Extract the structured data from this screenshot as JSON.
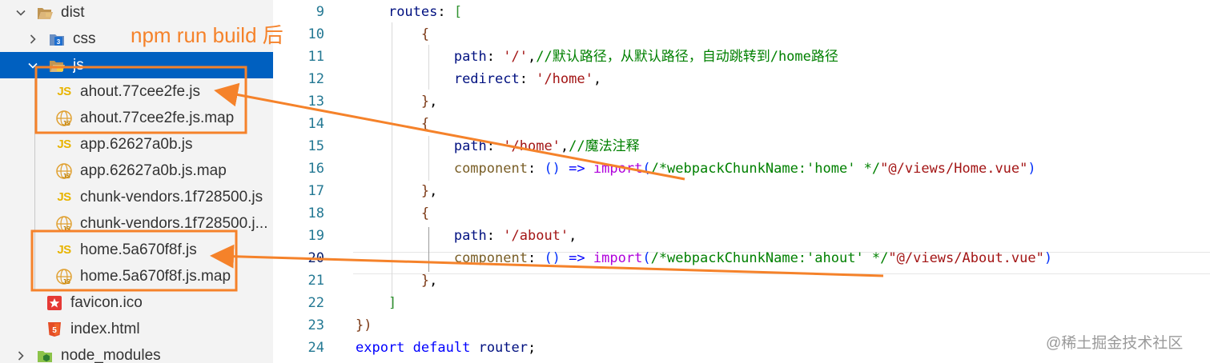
{
  "explorer": {
    "items": [
      {
        "label": "dist",
        "icon": "folder-open-icon"
      },
      {
        "label": "css",
        "icon": "css-folder-icon"
      },
      {
        "label": "js",
        "icon": "js-folder-open-icon"
      },
      {
        "label": "ahout.77cee2fe.js",
        "icon": "js-file-icon"
      },
      {
        "label": "ahout.77cee2fe.js.map",
        "icon": "js-map-file-icon"
      },
      {
        "label": "app.62627a0b.js",
        "icon": "js-file-icon"
      },
      {
        "label": "app.62627a0b.js.map",
        "icon": "js-map-file-icon"
      },
      {
        "label": "chunk-vendors.1f728500.js",
        "icon": "js-file-icon"
      },
      {
        "label": "chunk-vendors.1f728500.j...",
        "icon": "js-map-file-icon"
      },
      {
        "label": "home.5a670f8f.js",
        "icon": "js-file-icon"
      },
      {
        "label": "home.5a670f8f.js.map",
        "icon": "js-map-file-icon"
      },
      {
        "label": "favicon.ico",
        "icon": "favicon-icon"
      },
      {
        "label": "index.html",
        "icon": "html5-icon"
      },
      {
        "label": "node_modules",
        "icon": "node-modules-folder-icon"
      }
    ],
    "selected": "js"
  },
  "editor": {
    "line_numbers": [
      "9",
      "10",
      "11",
      "12",
      "13",
      "14",
      "15",
      "16",
      "17",
      "18",
      "19",
      "20",
      "21",
      "22",
      "23",
      "24"
    ],
    "active_line": "20",
    "lines": [
      {
        "indent": "    ",
        "tokens": [
          {
            "t": "prop",
            "v": "routes"
          },
          {
            "t": "pun",
            "v": ": "
          },
          {
            "t": "br2",
            "v": "["
          }
        ]
      },
      {
        "indent": "        ",
        "tokens": [
          {
            "t": "br3",
            "v": "{"
          }
        ]
      },
      {
        "indent": "            ",
        "tokens": [
          {
            "t": "prop",
            "v": "path"
          },
          {
            "t": "pun",
            "v": ": "
          },
          {
            "t": "str",
            "v": "'/'"
          },
          {
            "t": "pun",
            "v": ","
          },
          {
            "t": "com",
            "v": "//默认路径，从默认路径，自动跳转到/home路径"
          }
        ]
      },
      {
        "indent": "            ",
        "tokens": [
          {
            "t": "prop",
            "v": "redirect"
          },
          {
            "t": "pun",
            "v": ": "
          },
          {
            "t": "str",
            "v": "'/home'"
          },
          {
            "t": "pun",
            "v": ","
          }
        ]
      },
      {
        "indent": "        ",
        "tokens": [
          {
            "t": "br3",
            "v": "}"
          },
          {
            "t": "pun",
            "v": ","
          }
        ]
      },
      {
        "indent": "        ",
        "tokens": [
          {
            "t": "br3",
            "v": "{"
          }
        ]
      },
      {
        "indent": "            ",
        "tokens": [
          {
            "t": "prop",
            "v": "path"
          },
          {
            "t": "pun",
            "v": ": "
          },
          {
            "t": "str",
            "v": "'/home'"
          },
          {
            "t": "pun",
            "v": ","
          },
          {
            "t": "com",
            "v": "//魔法注释"
          }
        ]
      },
      {
        "indent": "            ",
        "tokens": [
          {
            "t": "fn",
            "v": "component"
          },
          {
            "t": "pun",
            "v": ": "
          },
          {
            "t": "br1",
            "v": "()"
          },
          {
            "t": "pun",
            "v": " "
          },
          {
            "t": "kw",
            "v": "=>"
          },
          {
            "t": "pun",
            "v": " "
          },
          {
            "t": "ctl",
            "v": "import"
          },
          {
            "t": "br1",
            "v": "("
          },
          {
            "t": "com",
            "v": "/*webpackChunkName:'home' */"
          },
          {
            "t": "str",
            "v": "\"@/views/Home.vue\""
          },
          {
            "t": "br1",
            "v": ")"
          }
        ]
      },
      {
        "indent": "        ",
        "tokens": [
          {
            "t": "br3",
            "v": "}"
          },
          {
            "t": "pun",
            "v": ","
          }
        ]
      },
      {
        "indent": "        ",
        "tokens": [
          {
            "t": "br3",
            "v": "{"
          }
        ]
      },
      {
        "indent": "            ",
        "tokens": [
          {
            "t": "prop",
            "v": "path"
          },
          {
            "t": "pun",
            "v": ": "
          },
          {
            "t": "str",
            "v": "'/about'"
          },
          {
            "t": "pun",
            "v": ","
          }
        ]
      },
      {
        "indent": "            ",
        "tokens": [
          {
            "t": "fn",
            "v": "component"
          },
          {
            "t": "pun",
            "v": ": "
          },
          {
            "t": "br1",
            "v": "()"
          },
          {
            "t": "pun",
            "v": " "
          },
          {
            "t": "kw",
            "v": "=>"
          },
          {
            "t": "pun",
            "v": " "
          },
          {
            "t": "ctl",
            "v": "import"
          },
          {
            "t": "br1",
            "v": "("
          },
          {
            "t": "com",
            "v": "/*webpackChunkName:'ahout' */"
          },
          {
            "t": "str",
            "v": "\"@/views/About.vue\""
          },
          {
            "t": "br1",
            "v": ")"
          }
        ]
      },
      {
        "indent": "        ",
        "tokens": [
          {
            "t": "br3",
            "v": "}"
          },
          {
            "t": "pun",
            "v": ","
          }
        ]
      },
      {
        "indent": "    ",
        "tokens": [
          {
            "t": "br2",
            "v": "]"
          }
        ]
      },
      {
        "indent": "",
        "tokens": [
          {
            "t": "br3",
            "v": "})"
          }
        ]
      },
      {
        "indent": "",
        "tokens": [
          {
            "t": "kw",
            "v": "export"
          },
          {
            "t": "pun",
            "v": " "
          },
          {
            "t": "kw",
            "v": "default"
          },
          {
            "t": "pun",
            "v": " "
          },
          {
            "t": "var",
            "v": "router"
          },
          {
            "t": "pun",
            "v": ";"
          }
        ]
      }
    ]
  },
  "annotation": {
    "text": "npm run build 后",
    "color": "#f5822a"
  },
  "watermark": "@稀土掘金技术社区",
  "colors": {
    "selection": "#0060c0",
    "annotation": "#f5822a",
    "sidebar_bg": "#f3f3f3"
  }
}
